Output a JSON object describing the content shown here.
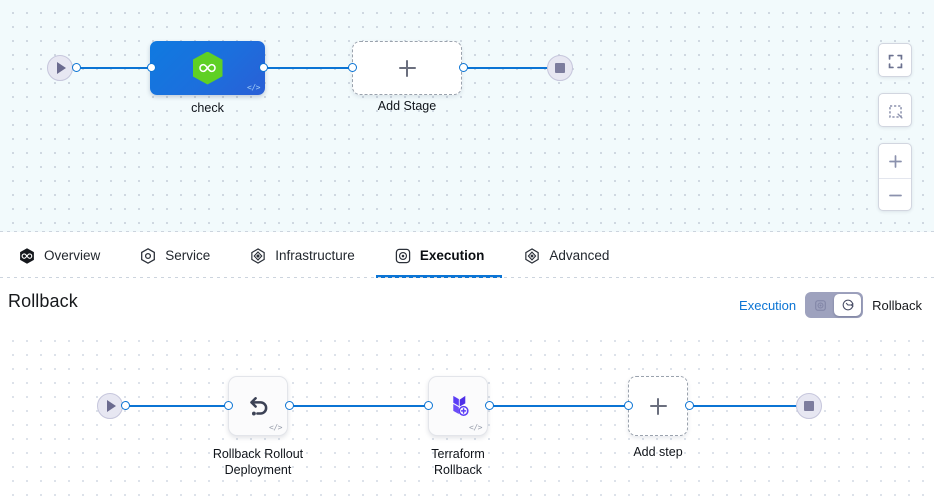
{
  "stage_canvas": {
    "start_node": {
      "name": "start-node",
      "icon": "play-icon"
    },
    "stage": {
      "label": "check",
      "icon": "harness-hexagon-icon",
      "code_marker": "</>"
    },
    "add_stage": {
      "label": "Add Stage",
      "icon": "plus-icon"
    },
    "end_node": {
      "name": "end-node",
      "icon": "stop-icon"
    },
    "controls": [
      {
        "name": "fit-to-screen-button",
        "icon": "fullscreen-icon"
      },
      {
        "name": "select-area-button",
        "icon": "dashed-square-icon"
      },
      {
        "name": "zoom-in-button",
        "icon": "plus-icon"
      },
      {
        "name": "zoom-out-button",
        "icon": "minus-icon"
      }
    ]
  },
  "tabs": [
    {
      "label": "Overview",
      "icon": "harness-hexagon-filled-icon",
      "active": false
    },
    {
      "label": "Service",
      "icon": "service-hexagon-icon",
      "active": false
    },
    {
      "label": "Infrastructure",
      "icon": "infrastructure-layers-icon",
      "active": false
    },
    {
      "label": "Execution",
      "icon": "execution-icon",
      "active": true
    },
    {
      "label": "Advanced",
      "icon": "advanced-layers-icon",
      "active": false
    }
  ],
  "rollback_header": {
    "title": "Rollback",
    "toggle": {
      "left_label": "Execution",
      "right_label": "Rollback",
      "selected": "Rollback",
      "left_icon": "execution-icon",
      "right_icon": "rollback-clock-icon"
    }
  },
  "rollback_canvas": {
    "start_node": {
      "name": "start-node",
      "icon": "play-icon"
    },
    "steps": [
      {
        "label": "Rollback Rollout\nDeployment",
        "line1": "Rollback Rollout",
        "line2": "Deployment",
        "icon": "undo-arrow-icon",
        "code_marker": "</>"
      },
      {
        "label": "Terraform\nRollback",
        "line1": "Terraform",
        "line2": "Rollback",
        "icon": "terraform-icon",
        "code_marker": "</>"
      }
    ],
    "add_step": {
      "label": "Add step",
      "icon": "plus-icon"
    },
    "end_node": {
      "name": "end-node",
      "icon": "stop-icon"
    }
  },
  "colors": {
    "accent_blue": "#0b74d4",
    "stage_blue": "#1c6fdd",
    "harness_green": "#5fd024",
    "terraform_purple": "#5b3df5",
    "toggle_track": "#9ea2be",
    "canvas_top_bg": "#f2fafc"
  }
}
